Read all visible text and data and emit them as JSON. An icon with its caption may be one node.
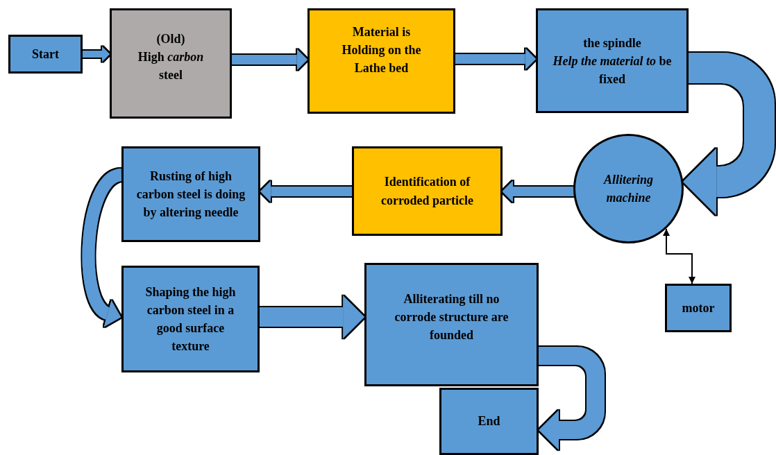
{
  "diagram": {
    "nodes": [
      {
        "text": [
          "Start"
        ]
      },
      {
        "text": [
          "(Old)",
          "High *carbon* steel"
        ]
      },
      {
        "text": [
          "Material is Holding on the Lathe bed"
        ]
      },
      {
        "text": [
          "the spindle",
          "*Help the material to* be fixed"
        ]
      },
      {
        "text": [
          "Allitering machine"
        ]
      },
      {
        "text": [
          "Identification of corroded particle"
        ]
      },
      {
        "text": [
          "Rusting of high carbon steel is doing by altering needle"
        ]
      },
      {
        "text": [
          "Shaping the high carbon steel in a good surface texture"
        ]
      },
      {
        "text": [
          "Alliterating till no corrode structure are founded"
        ]
      },
      {
        "text": [
          "motor"
        ]
      },
      {
        "text": [
          "End"
        ]
      }
    ],
    "edges": [
      {
        "from": 0,
        "to": 1,
        "arrow": "to"
      },
      {
        "from": 1,
        "to": 2,
        "arrow": "to"
      },
      {
        "from": 2,
        "to": 3,
        "arrow": "to"
      },
      {
        "from": 3,
        "to": 4,
        "arrow": "to",
        "style": "thick"
      },
      {
        "from": 4,
        "to": 5,
        "arrow": "to"
      },
      {
        "from": 5,
        "to": 6,
        "arrow": "to"
      },
      {
        "from": 6,
        "to": 7,
        "arrow": "to"
      },
      {
        "from": 7,
        "to": 8,
        "arrow": "to",
        "style": "thick"
      },
      {
        "from": 8,
        "to": 10,
        "arrow": "to",
        "style": "thick"
      },
      {
        "from": 4,
        "to": 9,
        "arrow": "both",
        "color": "#000000"
      }
    ]
  }
}
